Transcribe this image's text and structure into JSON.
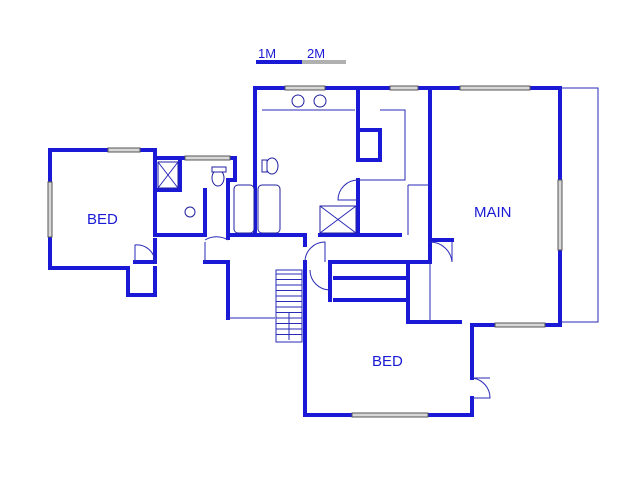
{
  "scale": {
    "label_1": "1M",
    "label_2": "2M"
  },
  "rooms": {
    "bed_left": "BED",
    "main": "MAIN",
    "bed_bottom": "BED"
  },
  "colors": {
    "wall": "#1a1ad6",
    "line": "#2a2ab8",
    "window": "#d8d8d8"
  }
}
